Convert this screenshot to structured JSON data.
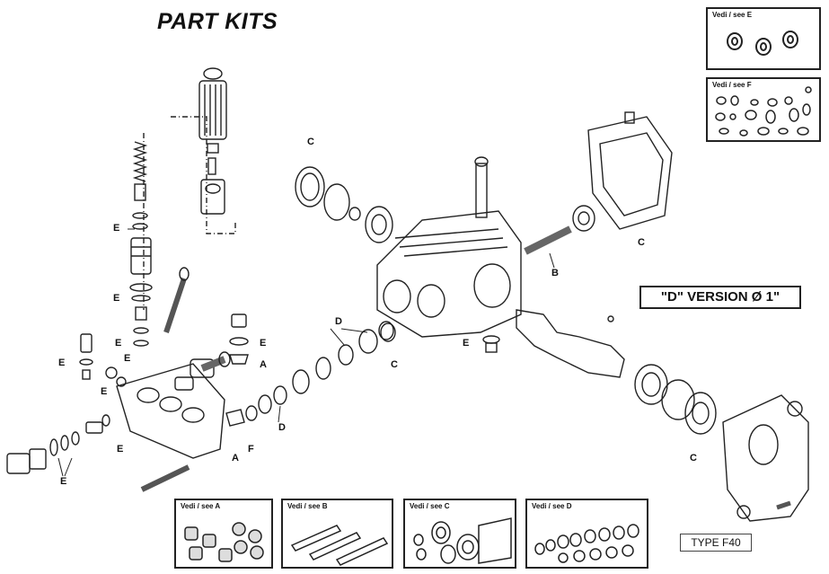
{
  "title": "PART KITS",
  "version_label": "\"D\" VERSION Ø 1\"",
  "type_label": "TYPE F40",
  "callouts": {
    "c_top": "C",
    "c_right": "C",
    "c_mid": "C",
    "c_bottom": "C",
    "b": "B",
    "e1": "E",
    "e2": "E",
    "e3": "E",
    "e4": "E",
    "e5": "E",
    "e6": "E",
    "e7": "E",
    "e8": "E",
    "e9": "E",
    "e10": "E",
    "a1": "A",
    "a2": "A",
    "d1": "D",
    "d2": "D",
    "f": "F"
  },
  "kits": {
    "e": "Vedi / see E",
    "f": "Vedi / see F",
    "a": "Vedi / see A",
    "b": "Vedi / see B",
    "c": "Vedi / see C",
    "d": "Vedi / see D"
  }
}
